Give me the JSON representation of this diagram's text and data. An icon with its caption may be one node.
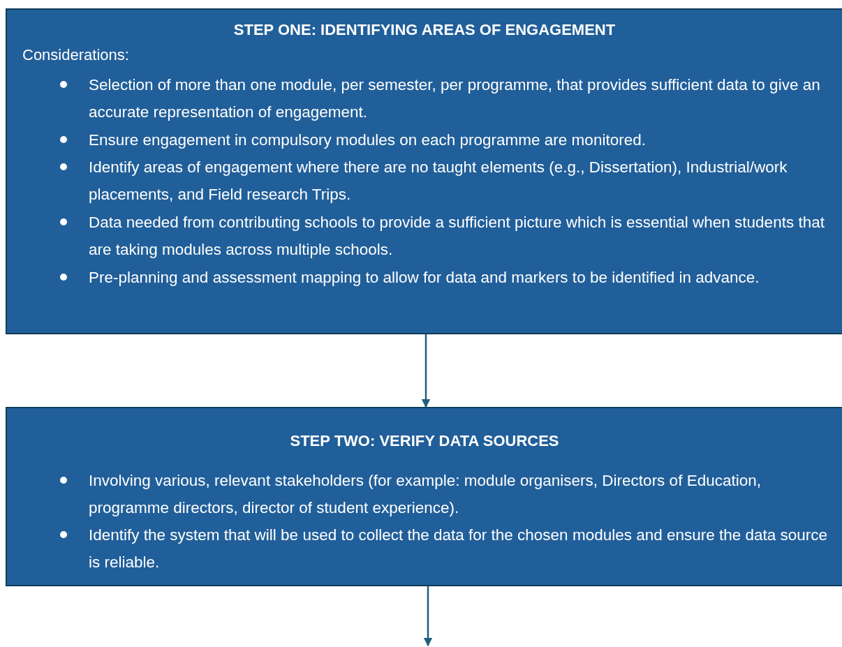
{
  "diagram": {
    "nodes": [
      {
        "text": [
          "STEP ONE: IDENTIFYING AREAS OF ENGAGEMENT",
          "Considerations:",
          "Selection of more than one module, per semester, per programme, that provides sufficient data to give an accurate representation of engagement.",
          "Ensure engagement in compulsory modules on each programme are monitored.",
          "Identify areas of engagement where there are no taught elements (e.g., Dissertation), Industrial/work placements, and Field research Trips.",
          "Data needed from contributing schools to provide a sufficient picture which is essential when students that are taking modules across multiple schools.",
          "Pre-planning and assessment mapping to allow for data and markers to be identified in advance."
        ]
      },
      {
        "text": [
          "STEP TWO: VERIFY DATA SOURCES",
          "Involving various, relevant stakeholders (for example: module organisers, Directors of Education, programme directors, director of student experience).",
          "Identify the system that will be used to collect the data for the chosen modules and ensure the data source is reliable."
        ]
      }
    ],
    "edges": [
      {
        "from": 0,
        "to": 1,
        "arrow": "to"
      },
      {
        "from": 1,
        "to": null,
        "arrow": "to"
      }
    ]
  }
}
